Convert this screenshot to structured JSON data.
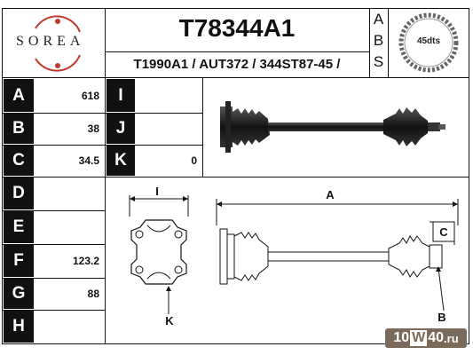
{
  "header": {
    "brand": "SOREA",
    "part_number": "T78344A1",
    "cross_refs": "T1990A1 / AUT372 / 344ST87-45 /",
    "abs_letters": [
      "A",
      "B",
      "S"
    ],
    "abs_teeth": "45dts"
  },
  "spec_rows": [
    {
      "label": "A",
      "value": "618"
    },
    {
      "label": "B",
      "value": "38"
    },
    {
      "label": "C",
      "value": "34.5"
    },
    {
      "label": "D",
      "value": ""
    },
    {
      "label": "E",
      "value": ""
    },
    {
      "label": "F",
      "value": "123.2"
    },
    {
      "label": "G",
      "value": "88"
    },
    {
      "label": "H",
      "value": ""
    }
  ],
  "spec_rows_right": [
    {
      "label": "I",
      "value": ""
    },
    {
      "label": "J",
      "value": ""
    },
    {
      "label": "K",
      "value": "0"
    }
  ],
  "diagram_labels": {
    "i": "I",
    "a": "A",
    "c": "C",
    "k": "K",
    "b": "B"
  },
  "watermark": {
    "text_1": "10",
    "text_w": "W",
    "text_40": "40",
    "text_ru": ".ru"
  },
  "colors": {
    "label_bg": "#111111",
    "logo_red": "#c0392b",
    "watermark_bg": "#7a6a5a"
  }
}
